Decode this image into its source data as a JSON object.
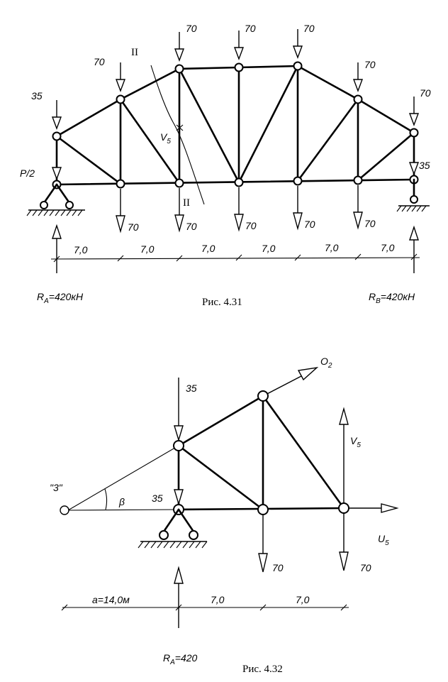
{
  "figure1": {
    "caption": "Рис. 4.31",
    "loads": {
      "top": "70",
      "end": "35",
      "bottom": "70",
      "end_right_top": "70"
    },
    "half_load": "P/2",
    "section_label_top": "II",
    "section_label_bottom": "II",
    "member_label_main": "V",
    "member_label_sub": "5",
    "panel_lengths": [
      "7,0",
      "7,0",
      "7,0",
      "7,0",
      "7,0",
      "7,0"
    ],
    "reaction_a": {
      "symbol": "R",
      "sub": "A",
      "value": "=420кН"
    },
    "reaction_b": {
      "symbol": "R",
      "sub": "B",
      "value": "=420кН"
    }
  },
  "figure2": {
    "caption": "Рис. 4.32",
    "loads": {
      "top": "35",
      "left": "35",
      "bottom_1": "70",
      "bottom_2": "70"
    },
    "pole_label": "\"3\"",
    "angle_label": "β",
    "force_o": {
      "main": "O",
      "sub": "2"
    },
    "force_v": {
      "main": "V",
      "sub": "5"
    },
    "force_u": {
      "main": "U",
      "sub": "5"
    },
    "dim_a": "a=14,0м",
    "dim_1": "7,0",
    "dim_2": "7,0",
    "reaction_a": {
      "symbol": "R",
      "sub": "A",
      "value": "=420"
    }
  }
}
